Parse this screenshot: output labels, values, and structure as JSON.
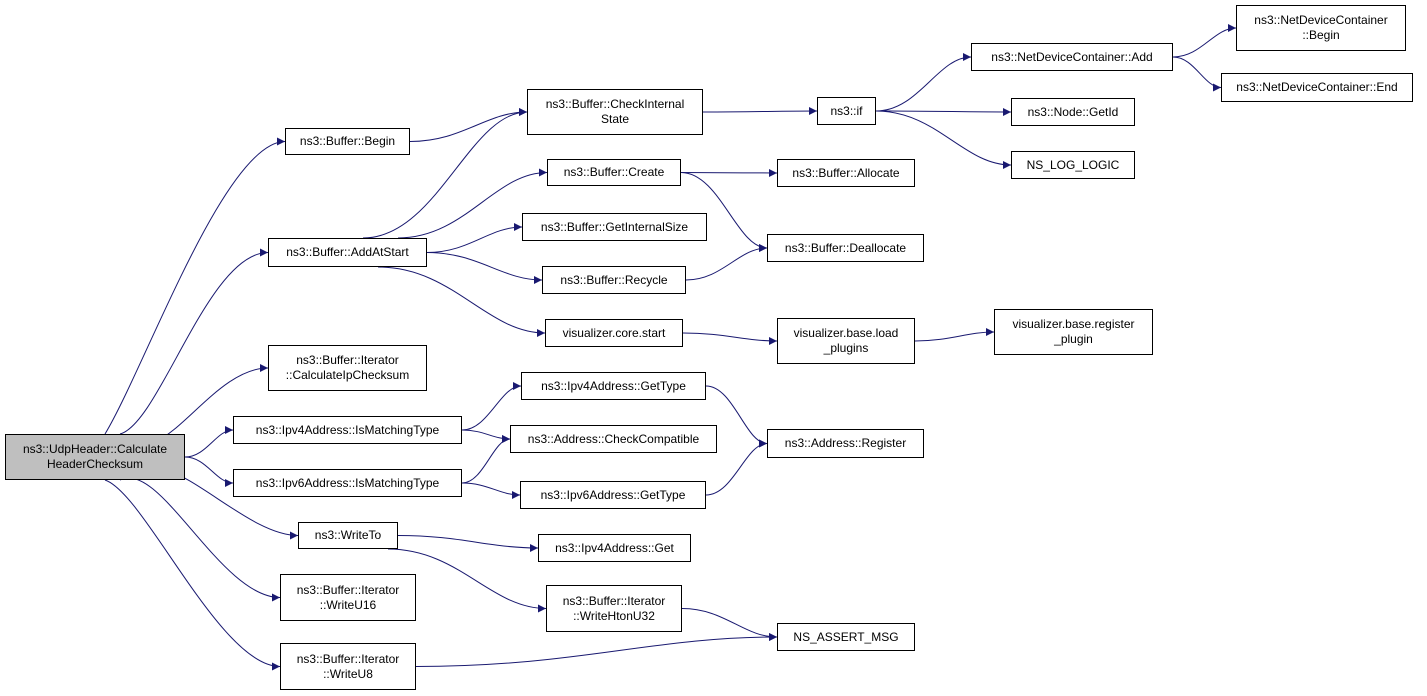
{
  "graph": {
    "edge_color": "#191970",
    "root_fill": "#bfbfbf",
    "nodes": [
      {
        "id": "udp_calc",
        "label": "ns3::UdpHeader::Calculate\nHeaderChecksum",
        "root": true
      },
      {
        "id": "buf_begin",
        "label": "ns3::Buffer::Begin"
      },
      {
        "id": "buf_addatstart",
        "label": "ns3::Buffer::AddAtStart"
      },
      {
        "id": "iter_calcip",
        "label": "ns3::Buffer::Iterator\n::CalculateIpChecksum"
      },
      {
        "id": "ipv4_ismatch",
        "label": "ns3::Ipv4Address::IsMatchingType"
      },
      {
        "id": "ipv6_ismatch",
        "label": "ns3::Ipv6Address::IsMatchingType"
      },
      {
        "id": "writeto",
        "label": "ns3::WriteTo"
      },
      {
        "id": "iter_writeu16",
        "label": "ns3::Buffer::Iterator\n::WriteU16"
      },
      {
        "id": "iter_writeu8",
        "label": "ns3::Buffer::Iterator\n::WriteU8"
      },
      {
        "id": "buf_checkinternal",
        "label": "ns3::Buffer::CheckInternal\nState"
      },
      {
        "id": "buf_create",
        "label": "ns3::Buffer::Create"
      },
      {
        "id": "buf_getinternalsize",
        "label": "ns3::Buffer::GetInternalSize"
      },
      {
        "id": "buf_recycle",
        "label": "ns3::Buffer::Recycle"
      },
      {
        "id": "vis_core_start",
        "label": "visualizer.core.start"
      },
      {
        "id": "ipv4_gettype",
        "label": "ns3::Ipv4Address::GetType"
      },
      {
        "id": "addr_checkcompat",
        "label": "ns3::Address::CheckCompatible"
      },
      {
        "id": "ipv6_gettype",
        "label": "ns3::Ipv6Address::GetType"
      },
      {
        "id": "ipv4_get",
        "label": "ns3::Ipv4Address::Get"
      },
      {
        "id": "iter_writehtonu32",
        "label": "ns3::Buffer::Iterator\n::WriteHtonU32"
      },
      {
        "id": "ns3_if",
        "label": "ns3::if"
      },
      {
        "id": "buf_allocate",
        "label": "ns3::Buffer::Allocate"
      },
      {
        "id": "buf_deallocate",
        "label": "ns3::Buffer::Deallocate"
      },
      {
        "id": "vis_base_load",
        "label": "visualizer.base.load\n_plugins"
      },
      {
        "id": "addr_register",
        "label": "ns3::Address::Register"
      },
      {
        "id": "ns_assert_msg",
        "label": "NS_ASSERT_MSG"
      },
      {
        "id": "ndc_add",
        "label": "ns3::NetDeviceContainer::Add"
      },
      {
        "id": "node_getid",
        "label": "ns3::Node::GetId"
      },
      {
        "id": "ns_log_logic",
        "label": "NS_LOG_LOGIC"
      },
      {
        "id": "vis_base_register",
        "label": "visualizer.base.register\n_plugin"
      },
      {
        "id": "ndc_begin",
        "label": "ns3::NetDeviceContainer\n::Begin"
      },
      {
        "id": "ndc_end",
        "label": "ns3::NetDeviceContainer::End"
      }
    ],
    "edges": [
      [
        "udp_calc",
        "buf_begin"
      ],
      [
        "udp_calc",
        "buf_addatstart"
      ],
      [
        "udp_calc",
        "iter_calcip"
      ],
      [
        "udp_calc",
        "ipv4_ismatch"
      ],
      [
        "udp_calc",
        "ipv6_ismatch"
      ],
      [
        "udp_calc",
        "writeto"
      ],
      [
        "udp_calc",
        "iter_writeu16"
      ],
      [
        "udp_calc",
        "iter_writeu8"
      ],
      [
        "buf_begin",
        "buf_checkinternal"
      ],
      [
        "buf_addatstart",
        "buf_checkinternal"
      ],
      [
        "buf_addatstart",
        "buf_create"
      ],
      [
        "buf_addatstart",
        "buf_getinternalsize"
      ],
      [
        "buf_addatstart",
        "buf_recycle"
      ],
      [
        "buf_addatstart",
        "vis_core_start"
      ],
      [
        "buf_checkinternal",
        "ns3_if"
      ],
      [
        "ns3_if",
        "ndc_add"
      ],
      [
        "ns3_if",
        "node_getid"
      ],
      [
        "ns3_if",
        "ns_log_logic"
      ],
      [
        "ndc_add",
        "ndc_begin"
      ],
      [
        "ndc_add",
        "ndc_end"
      ],
      [
        "buf_create",
        "buf_allocate"
      ],
      [
        "buf_create",
        "buf_deallocate"
      ],
      [
        "buf_recycle",
        "buf_deallocate"
      ],
      [
        "vis_core_start",
        "vis_base_load"
      ],
      [
        "vis_base_load",
        "vis_base_register"
      ],
      [
        "ipv4_ismatch",
        "ipv4_gettype"
      ],
      [
        "ipv4_ismatch",
        "addr_checkcompat"
      ],
      [
        "ipv6_ismatch",
        "addr_checkcompat"
      ],
      [
        "ipv6_ismatch",
        "ipv6_gettype"
      ],
      [
        "ipv4_gettype",
        "addr_register"
      ],
      [
        "ipv6_gettype",
        "addr_register"
      ],
      [
        "writeto",
        "ipv4_get"
      ],
      [
        "writeto",
        "iter_writehtonu32"
      ],
      [
        "iter_writehtonu32",
        "ns_assert_msg"
      ],
      [
        "iter_writeu8",
        "ns_assert_msg"
      ]
    ]
  }
}
